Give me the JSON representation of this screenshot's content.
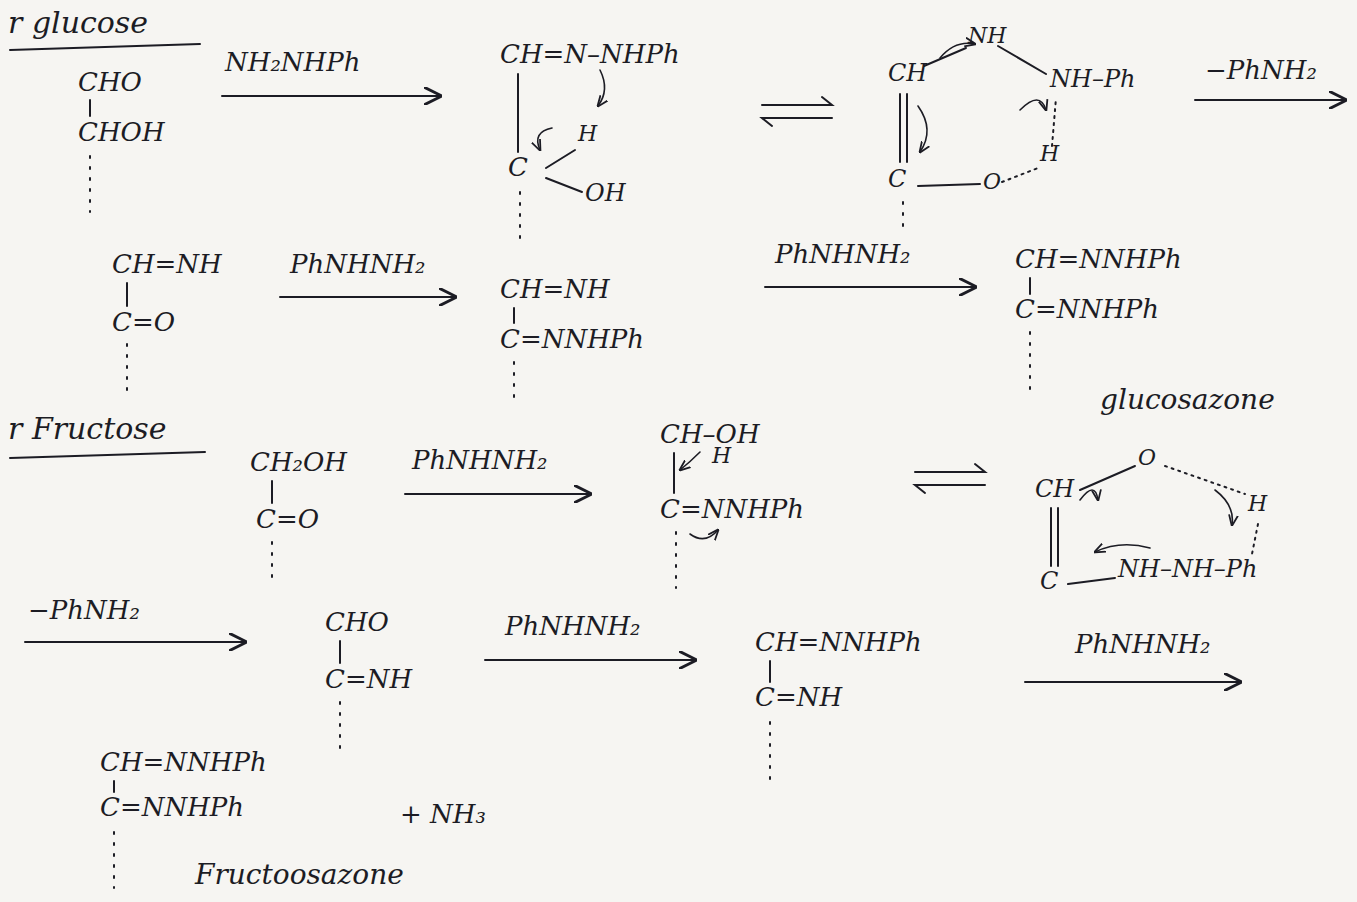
{
  "diagram": {
    "labels": [
      "r glucose",
      "CHO",
      "CHOH",
      "NH₂NHPh",
      "CH=N–NHPh",
      "C",
      "H",
      "OH",
      "CH",
      "NH",
      "NH–Ph",
      "C",
      "O",
      "H",
      "−PhNH₂",
      "CH=NH",
      "C=O",
      "PhNHNH₂",
      "CH=NH",
      "C=NNHPh",
      "PhNHNH₂",
      "CH=NNHPh",
      "C=NNHPh",
      "glucosazone",
      "r Fructose",
      "CH₂OH",
      "C=O",
      "PhNHNH₂",
      "CH–OH",
      "H",
      "C=NNHPh",
      "CH",
      "O",
      "H",
      "C",
      "NH–NH–Ph",
      "−PhNH₂",
      "CHO",
      "C=NH",
      "PhNHNH₂",
      "CH=NNHPh",
      "C=NH",
      "PhNHNH₂",
      "CH=NNHPh",
      "C=NNHPh",
      "+ NH₃",
      "Fructoosazone"
    ]
  }
}
